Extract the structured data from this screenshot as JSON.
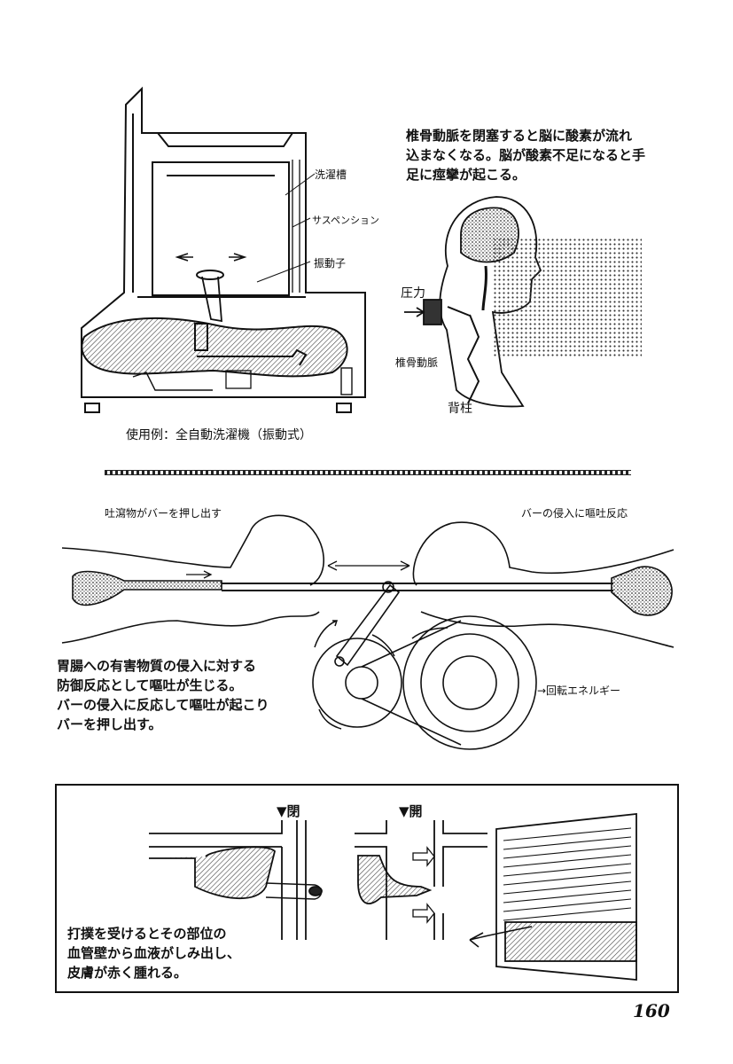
{
  "washer": {
    "label_tub": "洗濯槽",
    "label_suspension": "サスペンション",
    "label_vibrator": "振動子",
    "caption": "使用例：全自動洗濯機（振動式）"
  },
  "neck": {
    "text_lines": [
      "椎骨動脈を閉塞すると脳に酸素が流れ",
      "込まなくなる。脳が酸素不足になると手",
      "足に痙攣が起こる。"
    ],
    "label_pressure": "圧力",
    "label_artery": "椎骨動脈",
    "label_spine": "背柱"
  },
  "vomit": {
    "label_left": "吐瀉物がバーを押し出す",
    "label_right": "バーの侵入に嘔吐反応",
    "label_energy": "→回転エネルギー",
    "text_lines": [
      "胃腸への有害物質の侵入に対する",
      "防御反応として嘔吐が生じる。",
      "バーの侵入に反応して嘔吐が起こり",
      "バーを押し出す。"
    ]
  },
  "bruise": {
    "label_closed": "▼閉",
    "label_open": "▼開",
    "text_lines": [
      "打撲を受けるとその部位の",
      "血管壁から血液がしみ出し、",
      "皮膚が赤く腫れる。"
    ]
  },
  "page_number": "160"
}
